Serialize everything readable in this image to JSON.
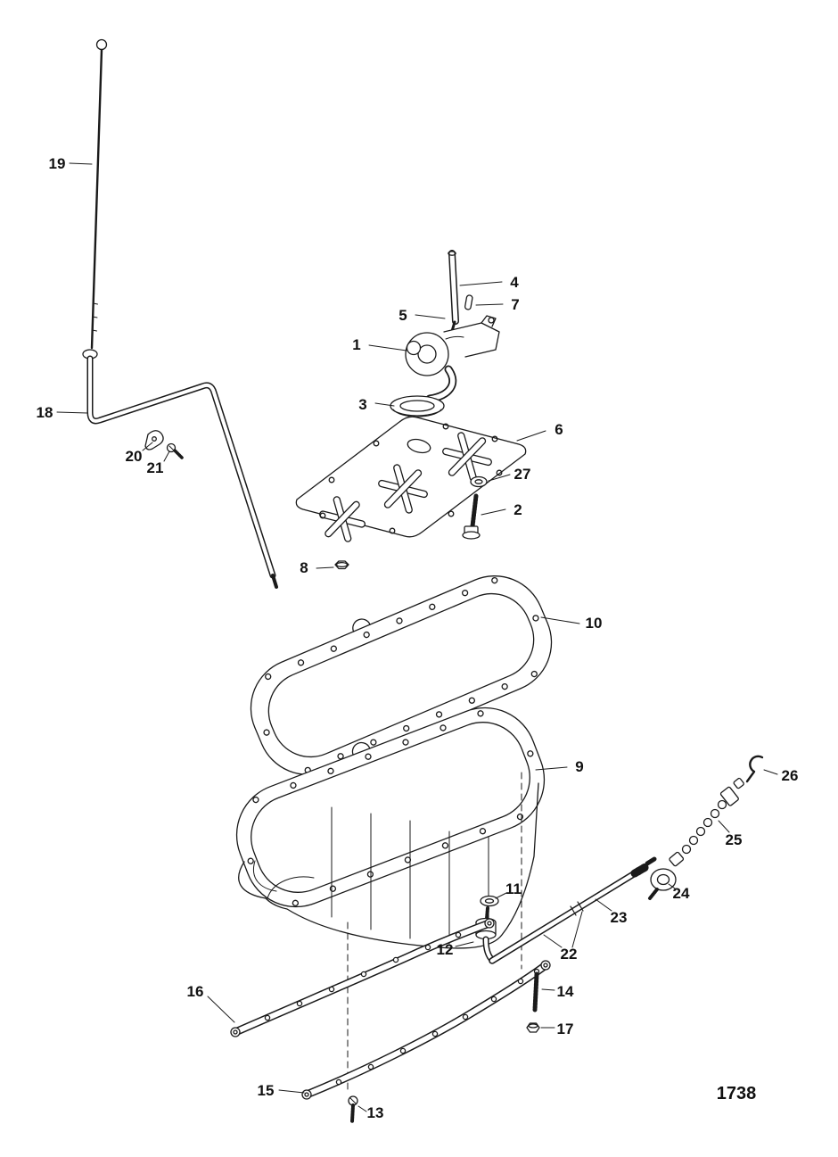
{
  "diagram": {
    "type": "exploded-parts-diagram",
    "drawing_number": "1738",
    "ink_color": "#1a1a1a",
    "background_color": "#ffffff",
    "callouts": [
      "19",
      "18",
      "20",
      "21",
      "4",
      "5",
      "7",
      "1",
      "3",
      "6",
      "27",
      "2",
      "8",
      "10",
      "9",
      "26",
      "25",
      "24",
      "23",
      "22",
      "11",
      "12",
      "16",
      "14",
      "17",
      "15",
      "13"
    ]
  }
}
